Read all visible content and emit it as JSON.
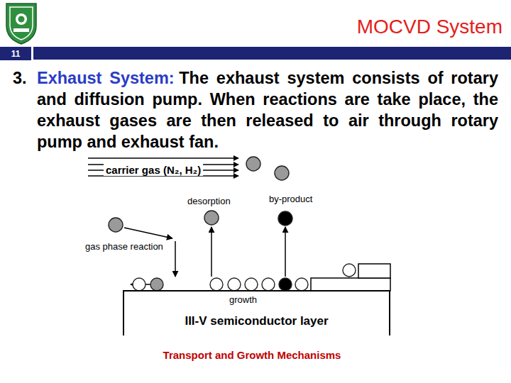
{
  "diagram": {
    "title": "MOCVD System",
    "caption": "Transport and Growth Mechanisms",
    "nodes": [
      {
        "text": [
          "11"
        ]
      },
      {
        "text": [
          "III-V semiconductor layer"
        ]
      }
    ],
    "labels": [
      "3.",
      "Exhaust System:",
      "The exhaust system consists of rotary and diffusion pump. When reactions are take place, the exhaust gases are then released to air through rotary pump and exhaust fan.",
      "carrier gas (N₂, H₂)",
      "desorption",
      "by-product",
      "gas phase reaction",
      "growth"
    ]
  }
}
